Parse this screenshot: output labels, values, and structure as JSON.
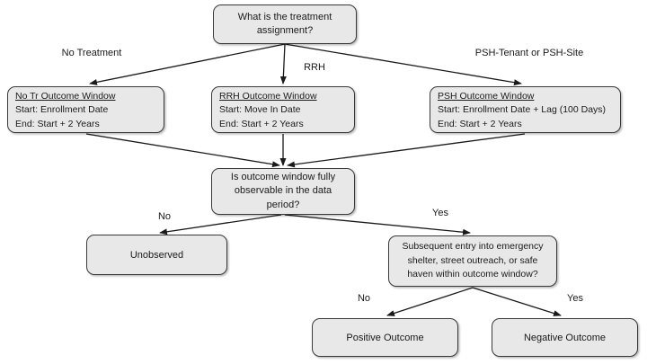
{
  "diagram": {
    "type": "decision-flowchart",
    "colors": {
      "node_fill": "#e8e8e8",
      "node_border": "#3a3a3a",
      "arrow": "#1a1a1a",
      "text": "#1a1a1a",
      "background": "#ffffff"
    },
    "nodes": {
      "q_treatment": {
        "lines": [
          "What is the treatment",
          "assignment?"
        ]
      },
      "no_tr_window": {
        "title": "No Tr Outcome Window",
        "start": "Start: Enrollment Date",
        "end": "End: Start + 2 Years"
      },
      "rrh_window": {
        "title": "RRH Outcome Window",
        "start": "Start: Move In Date",
        "end": "End: Start + 2 Years"
      },
      "psh_window": {
        "title": "PSH Outcome Window",
        "start": "Start: Enrollment Date + Lag (100 Days)",
        "end": "End: Start + 2 Years"
      },
      "q_observable": {
        "lines": [
          "Is outcome window fully",
          "observable in the data",
          "period?"
        ]
      },
      "unobserved": {
        "text": "Unobserved"
      },
      "q_subsequent": {
        "lines": [
          "Subsequent entry into emergency",
          "shelter, street outreach, or safe",
          "haven within outcome window?"
        ]
      },
      "positive_outcome": {
        "text": "Positive Outcome"
      },
      "negative_outcome": {
        "text": "Negative Outcome"
      }
    },
    "edges": [
      {
        "from": "q_treatment",
        "to": "no_tr_window",
        "label": "No Treatment"
      },
      {
        "from": "q_treatment",
        "to": "rrh_window",
        "label": "RRH"
      },
      {
        "from": "q_treatment",
        "to": "psh_window",
        "label": "PSH-Tenant or PSH-Site"
      },
      {
        "from": "no_tr_window",
        "to": "q_observable",
        "label": ""
      },
      {
        "from": "rrh_window",
        "to": "q_observable",
        "label": ""
      },
      {
        "from": "psh_window",
        "to": "q_observable",
        "label": ""
      },
      {
        "from": "q_observable",
        "to": "unobserved",
        "label": "No"
      },
      {
        "from": "q_observable",
        "to": "q_subsequent",
        "label": "Yes"
      },
      {
        "from": "q_subsequent",
        "to": "positive_outcome",
        "label": "No"
      },
      {
        "from": "q_subsequent",
        "to": "negative_outcome",
        "label": "Yes"
      }
    ]
  }
}
